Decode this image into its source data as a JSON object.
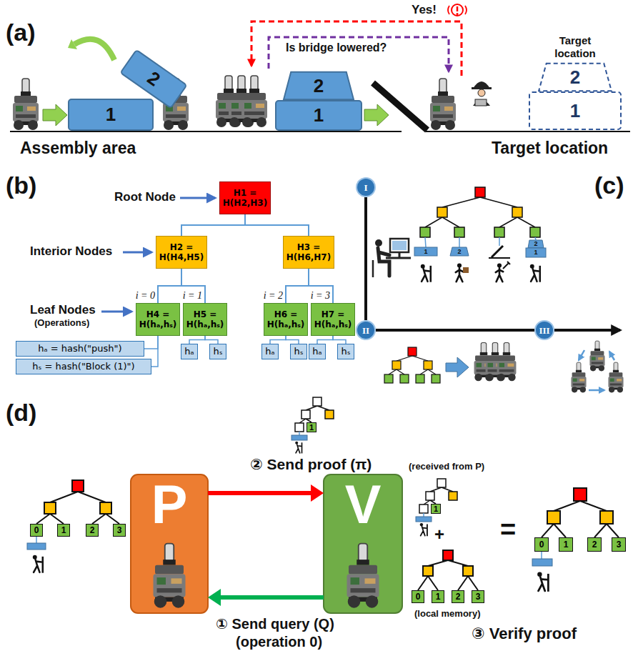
{
  "diagram": {
    "nodes": [
      {
        "text": [
          "1"
        ]
      },
      {
        "text": [
          "2"
        ]
      },
      {
        "text": [
          "2"
        ]
      },
      {
        "text": [
          "1"
        ]
      },
      {
        "text": [
          "2"
        ]
      },
      {
        "text": [
          "1"
        ]
      },
      {
        "text": [
          "H1 = H(H2,H3)"
        ]
      },
      {
        "text": [
          "H2 = H(H4,H5)"
        ]
      },
      {
        "text": [
          "H3 = H(H6,H7)"
        ]
      },
      {
        "text": [
          "H4 = H(hₐ,hₛ)"
        ]
      },
      {
        "text": [
          "H5 = H(hₐ,hₛ)"
        ]
      },
      {
        "text": [
          "H6 = H(hₐ,hₛ)"
        ]
      },
      {
        "text": [
          "H7 = H(hₐ,hₛ)"
        ]
      },
      {
        "text": [
          "hₐ = hash(\"push\")"
        ]
      },
      {
        "text": [
          "hₛ = hash(\"Block (1)\")"
        ]
      },
      {
        "text": [
          "hₐ"
        ]
      },
      {
        "text": [
          "hₛ"
        ]
      },
      {
        "text": [
          "hₐ"
        ]
      },
      {
        "text": [
          "hₛ"
        ]
      },
      {
        "text": [
          "hₐ"
        ]
      },
      {
        "text": [
          "hₛ"
        ]
      },
      {
        "text": [
          "I"
        ]
      },
      {
        "text": [
          "II"
        ]
      },
      {
        "text": [
          "III"
        ]
      },
      {
        "text": [
          "1"
        ]
      },
      {
        "text": [
          "0"
        ]
      },
      {
        "text": [
          "1"
        ]
      },
      {
        "text": [
          "2"
        ]
      },
      {
        "text": [
          "3"
        ]
      },
      {
        "text": [
          "P"
        ]
      },
      {
        "text": [
          "V"
        ]
      },
      {
        "text": [
          "1"
        ]
      },
      {
        "text": [
          "0"
        ]
      },
      {
        "text": [
          "1"
        ]
      },
      {
        "text": [
          "2"
        ]
      },
      {
        "text": [
          "3"
        ]
      },
      {
        "text": [
          "0"
        ]
      },
      {
        "text": [
          "1"
        ]
      },
      {
        "text": [
          "2"
        ]
      },
      {
        "text": [
          "3"
        ]
      }
    ],
    "edges": [
      {
        "from": 6,
        "to": 7,
        "arrow": "none"
      },
      {
        "from": 6,
        "to": 8,
        "arrow": "none"
      },
      {
        "from": 7,
        "to": 9,
        "arrow": "none"
      },
      {
        "from": 7,
        "to": 10,
        "arrow": "none"
      },
      {
        "from": 8,
        "to": 11,
        "arrow": "none"
      },
      {
        "from": 8,
        "to": 12,
        "arrow": "none"
      },
      {
        "from": 9,
        "to": 13,
        "arrow": "none"
      },
      {
        "from": 9,
        "to": 14,
        "arrow": "none"
      },
      {
        "from": 10,
        "to": 15,
        "arrow": "none"
      },
      {
        "from": 10,
        "to": 16,
        "arrow": "none"
      },
      {
        "from": 11,
        "to": 17,
        "arrow": "none"
      },
      {
        "from": 11,
        "to": 18,
        "arrow": "none"
      },
      {
        "from": 12,
        "to": 19,
        "arrow": "none"
      },
      {
        "from": 12,
        "to": 20,
        "arrow": "none"
      },
      {
        "from": 21,
        "to": 22,
        "arrow": "none"
      },
      {
        "from": 22,
        "to": 23,
        "arrow": "none"
      },
      {
        "from": 29,
        "to": 30,
        "label": "② Send proof (π)",
        "arrow": "to"
      },
      {
        "from": 30,
        "to": 29,
        "label": "① Send query (Q)",
        "arrow": "to"
      }
    ],
    "labels": [
      "(a)",
      "Yes!",
      "Is bridge lowered?",
      "Target location",
      "Assembly area",
      "Target location",
      "(b)",
      "Root Node",
      "Interior Nodes",
      "Leaf Nodes",
      "(Operations)",
      "i = 0",
      "i = 1",
      "i = 2",
      "i = 3",
      "(c)",
      "1",
      "2",
      "2",
      "1",
      "(d)",
      "(received from P)",
      "+",
      "(local memory)",
      "=",
      "(operation 0)",
      "③ Verify proof"
    ]
  }
}
